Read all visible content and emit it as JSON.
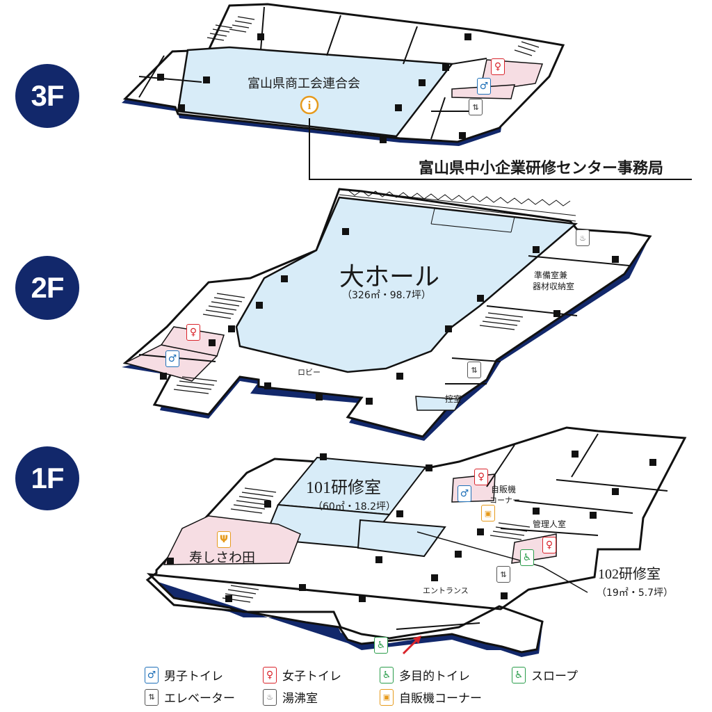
{
  "floors": {
    "f3": {
      "badge": "3F",
      "room_label": "富山県商工会連合会",
      "office_label": "富山県中小企業研修センター事務局"
    },
    "f2": {
      "badge": "2F",
      "hall_name": "大ホール",
      "hall_area": "（326㎡・98.7坪）",
      "storage_label_1": "準備室兼",
      "storage_label_2": "器材収納室",
      "lobby": "ロビー",
      "waiting": "控室"
    },
    "f1": {
      "badge": "1F",
      "room101_name": "101研修室",
      "room101_area": "（60㎡・18.2坪）",
      "vending_1": "自販機",
      "vending_2": "コーナー",
      "manager": "管理人室",
      "restaurant": "寿しさわ田",
      "room102_name": "102研修室",
      "room102_area": "（19㎡・5.7坪）",
      "entrance": "エントランス"
    }
  },
  "legend": [
    {
      "icon": "male-toilet-icon",
      "glyph": "♂",
      "label": "男子トイレ"
    },
    {
      "icon": "female-toilet-icon",
      "glyph": "♀",
      "label": "女子トイレ"
    },
    {
      "icon": "accessible-toilet-icon",
      "glyph": "♿",
      "label": "多目的トイレ"
    },
    {
      "icon": "slope-icon",
      "glyph": "♿",
      "label": "スロープ"
    },
    {
      "icon": "elevator-icon",
      "glyph": "⇅",
      "label": "エレベーター"
    },
    {
      "icon": "kitchenette-icon",
      "glyph": "♨",
      "label": "湯沸室"
    },
    {
      "icon": "vending-icon",
      "glyph": "▣",
      "label": "自販機コーナー"
    }
  ],
  "colors": {
    "badge": "#12286b",
    "room_blue": "#d8ecf8",
    "toilet_pink": "#f6dde3",
    "wall": "#111111",
    "base_edge": "#12286b"
  }
}
